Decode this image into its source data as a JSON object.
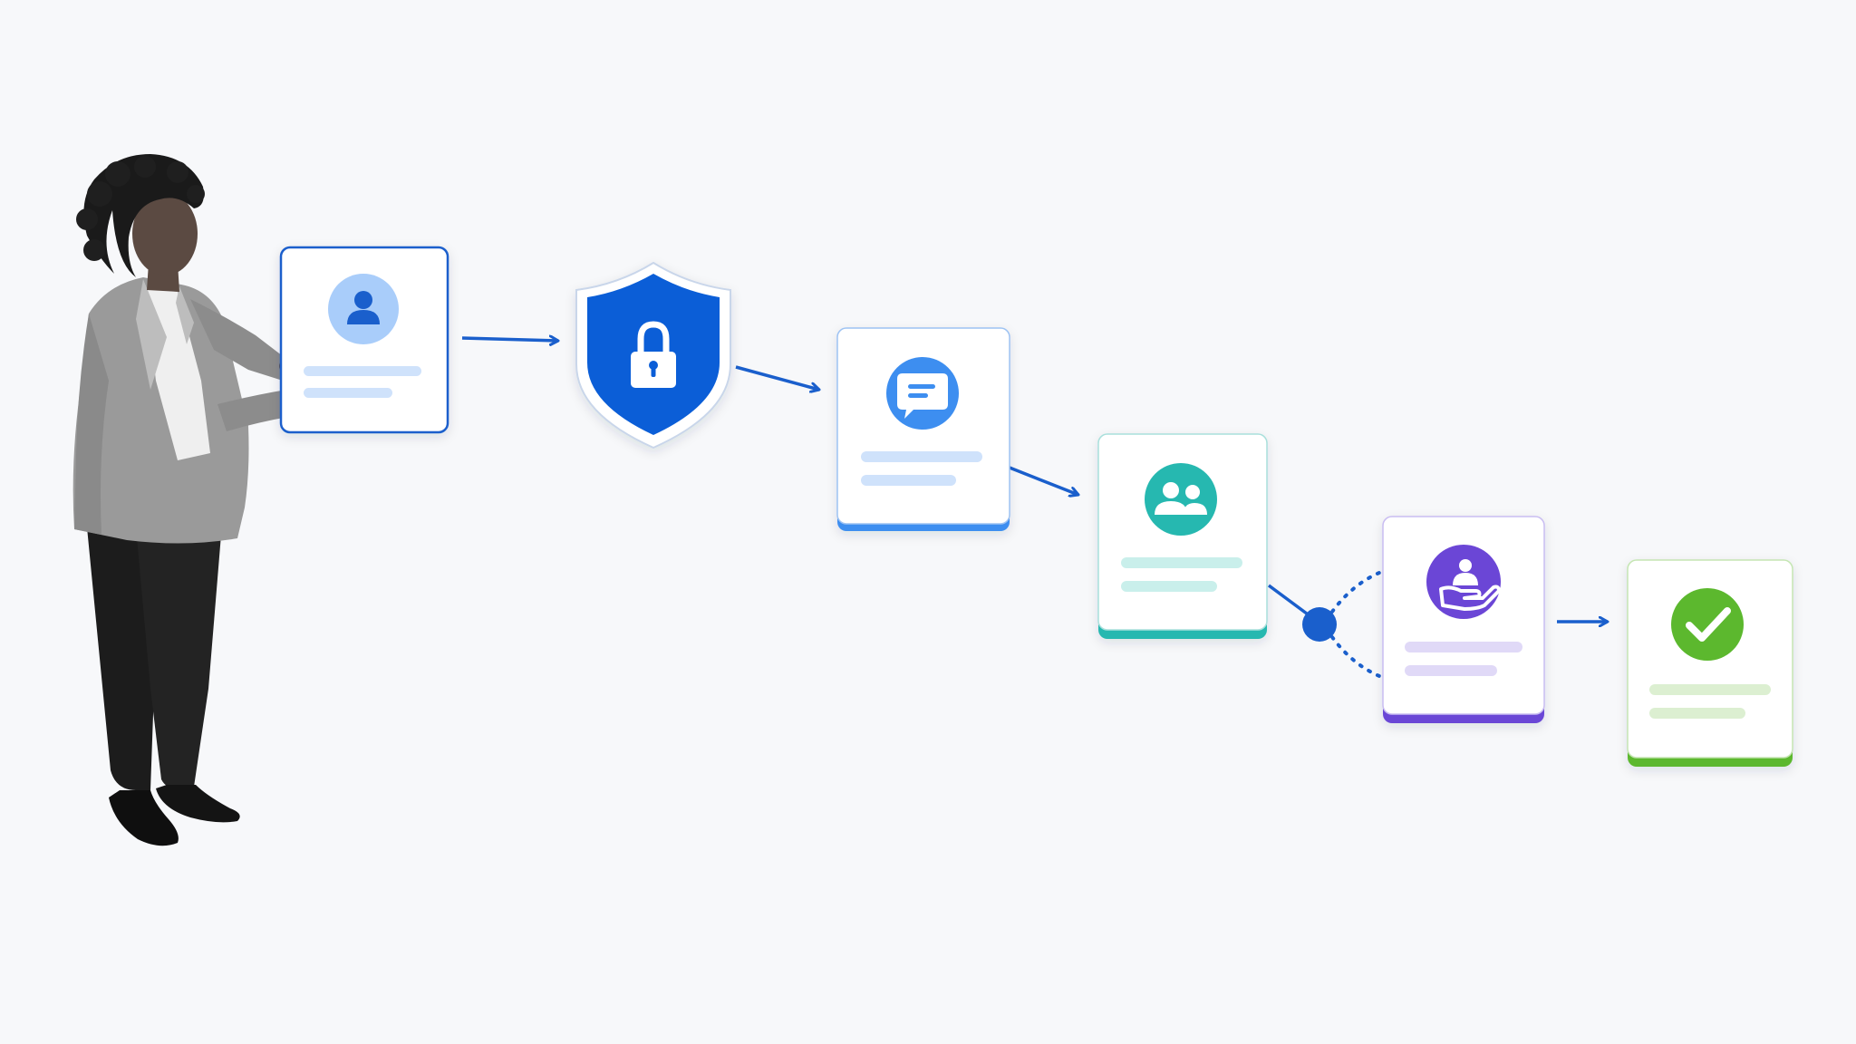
{
  "colors": {
    "background": "#f7f8fa",
    "connector": "#1a5fcc",
    "profile": "#1a5fcc",
    "security": "#0b5ed7",
    "message": "#3d8ef0",
    "team": "#26b8b0",
    "support": "#6b46d6",
    "complete": "#5cb82e"
  },
  "steps": [
    {
      "id": "profile",
      "icon": "user-icon",
      "accent": "#1a5fcc"
    },
    {
      "id": "security",
      "icon": "lock-icon",
      "accent": "#0b5ed7"
    },
    {
      "id": "message",
      "icon": "chat-icon",
      "accent": "#3d8ef0"
    },
    {
      "id": "team",
      "icon": "people-icon",
      "accent": "#26b8b0"
    },
    {
      "id": "support",
      "icon": "hand-care-icon",
      "accent": "#6b46d6"
    },
    {
      "id": "complete",
      "icon": "checkmark-icon",
      "accent": "#5cb82e"
    }
  ],
  "person": {
    "icon": "woman-presenter-photo"
  }
}
